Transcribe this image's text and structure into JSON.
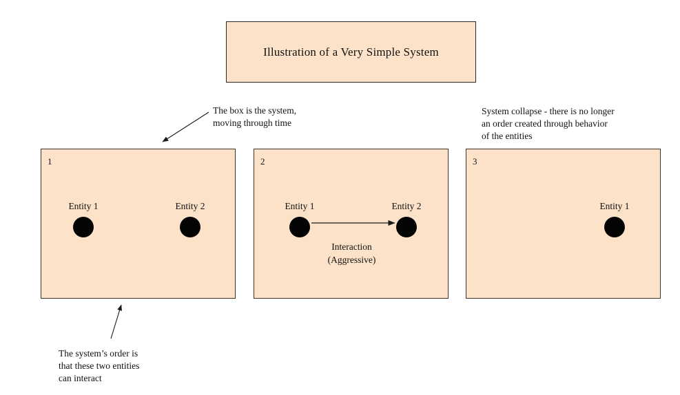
{
  "title": {
    "text": "Illustration of a Very Simple System"
  },
  "panels": [
    {
      "number": "1",
      "entities": [
        {
          "label": "Entity 1"
        },
        {
          "label": "Entity 2"
        }
      ]
    },
    {
      "number": "2",
      "entities": [
        {
          "label": "Entity 1"
        },
        {
          "label": "Entity 2"
        }
      ],
      "interaction": {
        "line1": "Interaction",
        "line2": "(Aggressive)"
      }
    },
    {
      "number": "3",
      "entities": [
        {
          "label": "Entity 1"
        }
      ]
    }
  ],
  "annotations": {
    "box_is_system": "The box is the system,\nmoving through time",
    "system_collapse": "System collapse - there is no longer\nan order created through behavior\nof the entities",
    "system_order": "The system’s order is\nthat these two entities\ncan interact"
  },
  "colors": {
    "panel_fill": "#FBE2C8",
    "panel_border": "#3d3226",
    "entity_dot": "#050505",
    "text": "#111111",
    "page_background": "#ffffff"
  }
}
